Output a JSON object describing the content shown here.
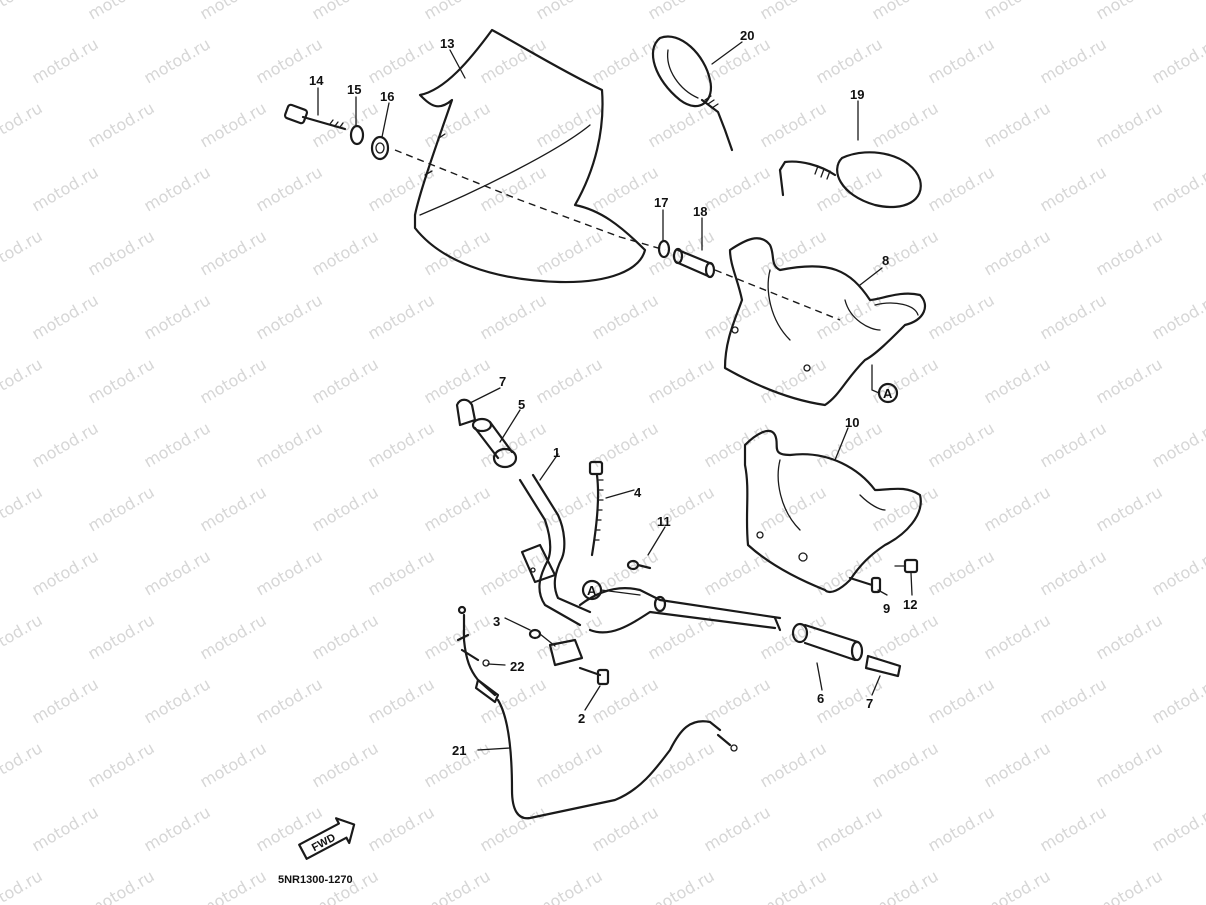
{
  "diagram": {
    "watermark": "motod.ru",
    "drawing_code": "5NR1300-1270",
    "fwd_label": "FWD",
    "ref_marker": "A",
    "callouts": [
      "1",
      "2",
      "3",
      "4",
      "5",
      "6",
      "7",
      "8",
      "9",
      "10",
      "11",
      "12",
      "13",
      "14",
      "15",
      "16",
      "17",
      "18",
      "19",
      "20",
      "21",
      "22"
    ]
  }
}
